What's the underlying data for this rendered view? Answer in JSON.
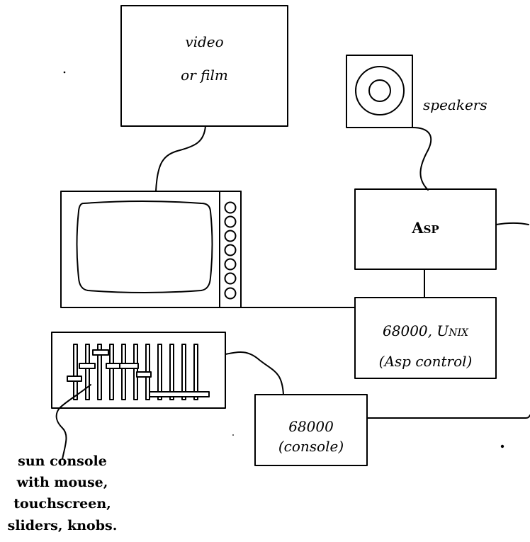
{
  "video_box": {
    "line1": "video",
    "line2": "or film"
  },
  "speakers_label": "speakers",
  "asp_box": {
    "label": "Asp"
  },
  "unix_box": {
    "line1": "68000, Unix",
    "line2": "(Asp control)"
  },
  "console_box": {
    "line1": "68000",
    "line2": "(console)"
  },
  "sun_console_label": {
    "line1": "sun console",
    "line2": "with mouse,",
    "line3": "touchscreen,",
    "line4": "sliders, knobs."
  }
}
